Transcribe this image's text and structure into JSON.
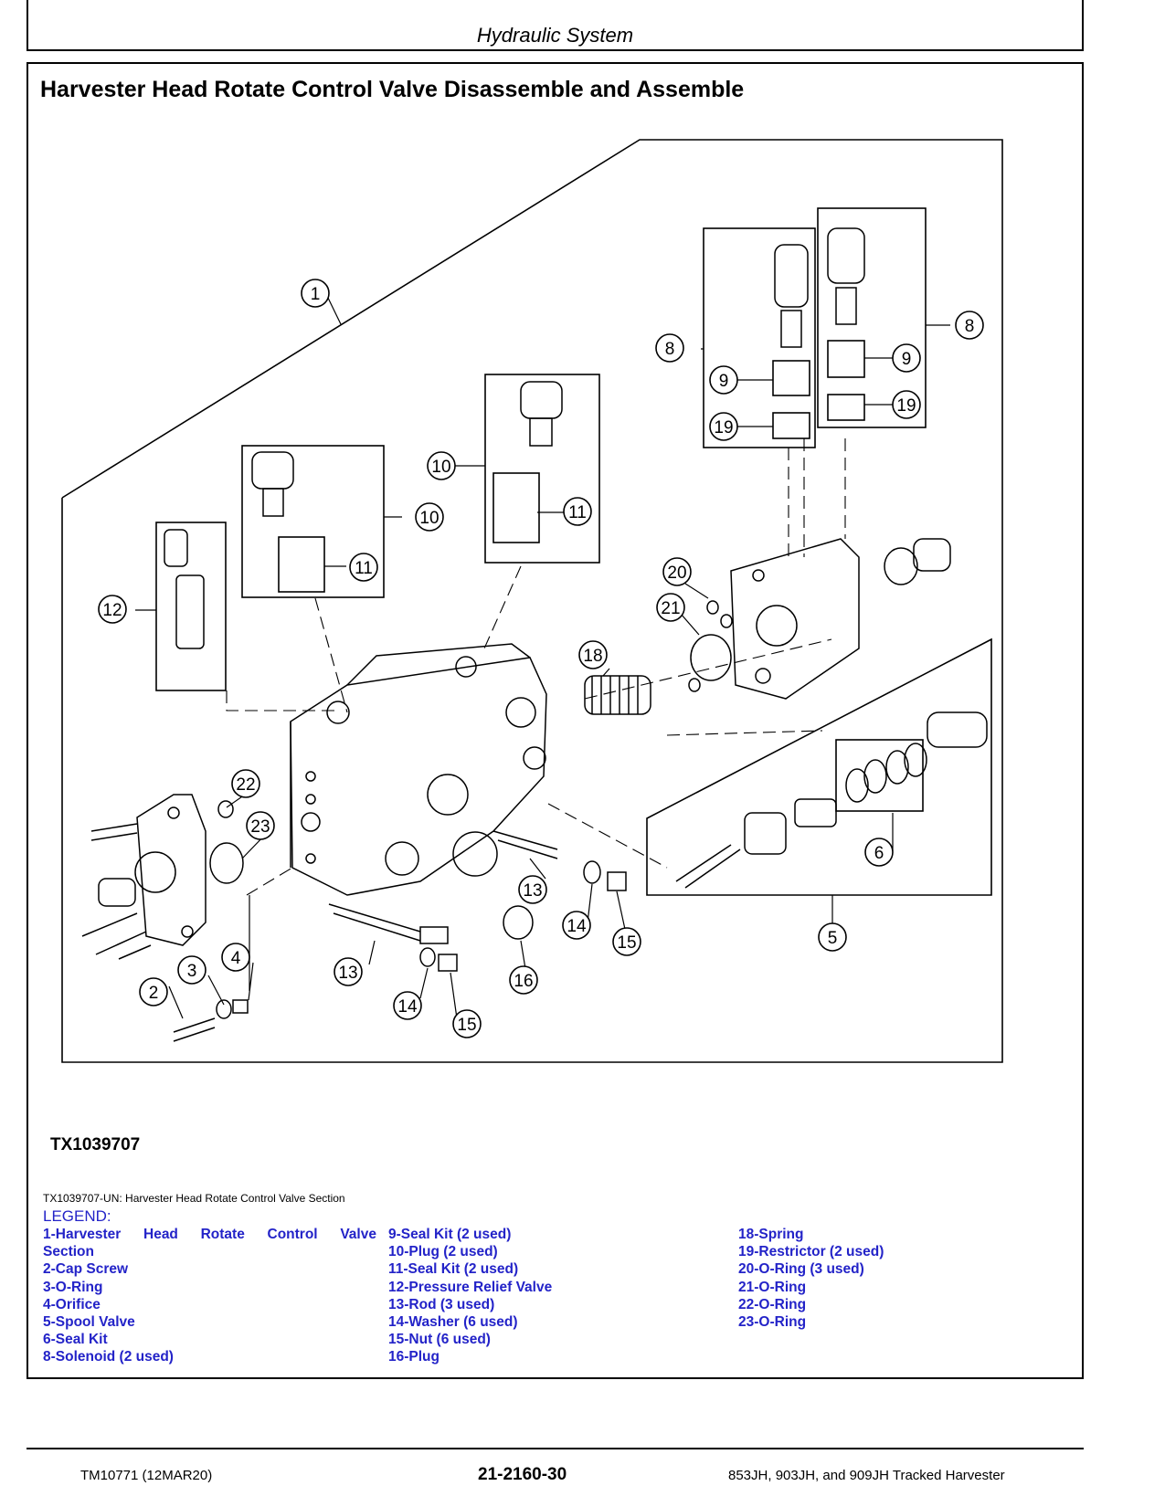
{
  "header": {
    "section": "Hydraulic System"
  },
  "title": "Harvester Head Rotate Control Valve Disassemble and Assemble",
  "figure": {
    "id": "TX1039707",
    "caption": "TX1039707-UN: Harvester Head Rotate Control Valve Section",
    "callouts": [
      "1",
      "2",
      "3",
      "4",
      "5",
      "6",
      "8",
      "9",
      "10",
      "11",
      "12",
      "13",
      "14",
      "15",
      "16",
      "18",
      "19",
      "20",
      "21",
      "22",
      "23"
    ]
  },
  "legend": {
    "heading": "LEGEND:",
    "col1_first_words": [
      "1-Harvester",
      "Head",
      "Rotate",
      "Control",
      "Valve"
    ],
    "col1": [
      "Section",
      "2-Cap Screw",
      "3-O-Ring",
      "4-Orifice",
      "5-Spool Valve",
      "6-Seal Kit",
      "8-Solenoid (2 used)"
    ],
    "col2": [
      "9-Seal Kit (2 used)",
      "10-Plug (2 used)",
      "11-Seal Kit (2 used)",
      "12-Pressure Relief Valve",
      "13-Rod (3 used)",
      "14-Washer (6 used)",
      "15-Nut (6 used)",
      "16-Plug"
    ],
    "col3": [
      "18-Spring",
      "19-Restrictor (2 used)",
      "20-O-Ring (3 used)",
      "21-O-Ring",
      "22-O-Ring",
      "23-O-Ring"
    ]
  },
  "footer": {
    "doc_code": "TM10771 (12MAR20)",
    "page": "21-2160-30",
    "model": "853JH, 903JH, and 909JH Tracked Harvester"
  }
}
